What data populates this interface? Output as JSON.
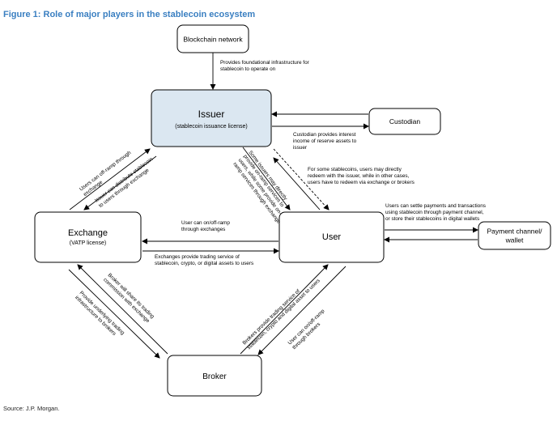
{
  "figure": {
    "title": "Figure 1: Role of major players in the stablecoin ecosystem",
    "source": "Source: J.P. Morgan."
  },
  "nodes": {
    "blockchain": {
      "title": "Blockchain network"
    },
    "issuer": {
      "title": "Issuer",
      "subtitle": "(stablecoin issuance license)"
    },
    "custodian": {
      "title": "Custodian"
    },
    "exchange": {
      "title": "Exchange",
      "subtitle": "(VATP license)"
    },
    "user": {
      "title": "User"
    },
    "payment": {
      "title": "Payment channel/",
      "title2": "wallet"
    },
    "broker": {
      "title": "Broker"
    }
  },
  "edges": {
    "blockchain_issuer": [
      "Provides foundational infrastructure for",
      "stablecoin to operate on"
    ],
    "custodian_issuer": [
      "Custodian provides interest",
      "income of reserve assets to",
      "issuer"
    ],
    "issuer_user_dashed": [
      "For some stablecoins, users may directly",
      "redeem with the issuer, while in other cases,",
      "users have to redeem via exchange or brokers"
    ],
    "issuer_user_diag": [
      "Some issuers may directly",
      "provide on-ramp services to",
      "users, while some provide on-",
      "ramp services through exchange"
    ],
    "user_payment": [
      "Users can settle payments and transactions",
      "using stablecoin through payment channel,",
      "or store their stablecoins in digital wallets"
    ],
    "exchange_issuer_up": [
      "Users can off-ramp through",
      "exchange"
    ],
    "issuer_exchange_down": [
      "Issuer can distribute stablecoin",
      "to users through exchange"
    ],
    "user_exchange": [
      "User can on/off-ramp",
      "through exchanges"
    ],
    "exchange_user": [
      "Exchanges provide trading service of",
      "stablecoin, crypto, or digital assets to users"
    ],
    "broker_exchange_up": [
      "Broker will share its trading",
      "commission with exchange"
    ],
    "exchange_broker_down": [
      "Provide underlying trading",
      "infrastructure to brokers"
    ],
    "broker_user_up": [
      "Brokers provide trading service of",
      "stablecoin, crypto and digital asset to users"
    ],
    "user_broker_down": [
      "User can on/off-ramp",
      "through brokers"
    ]
  }
}
